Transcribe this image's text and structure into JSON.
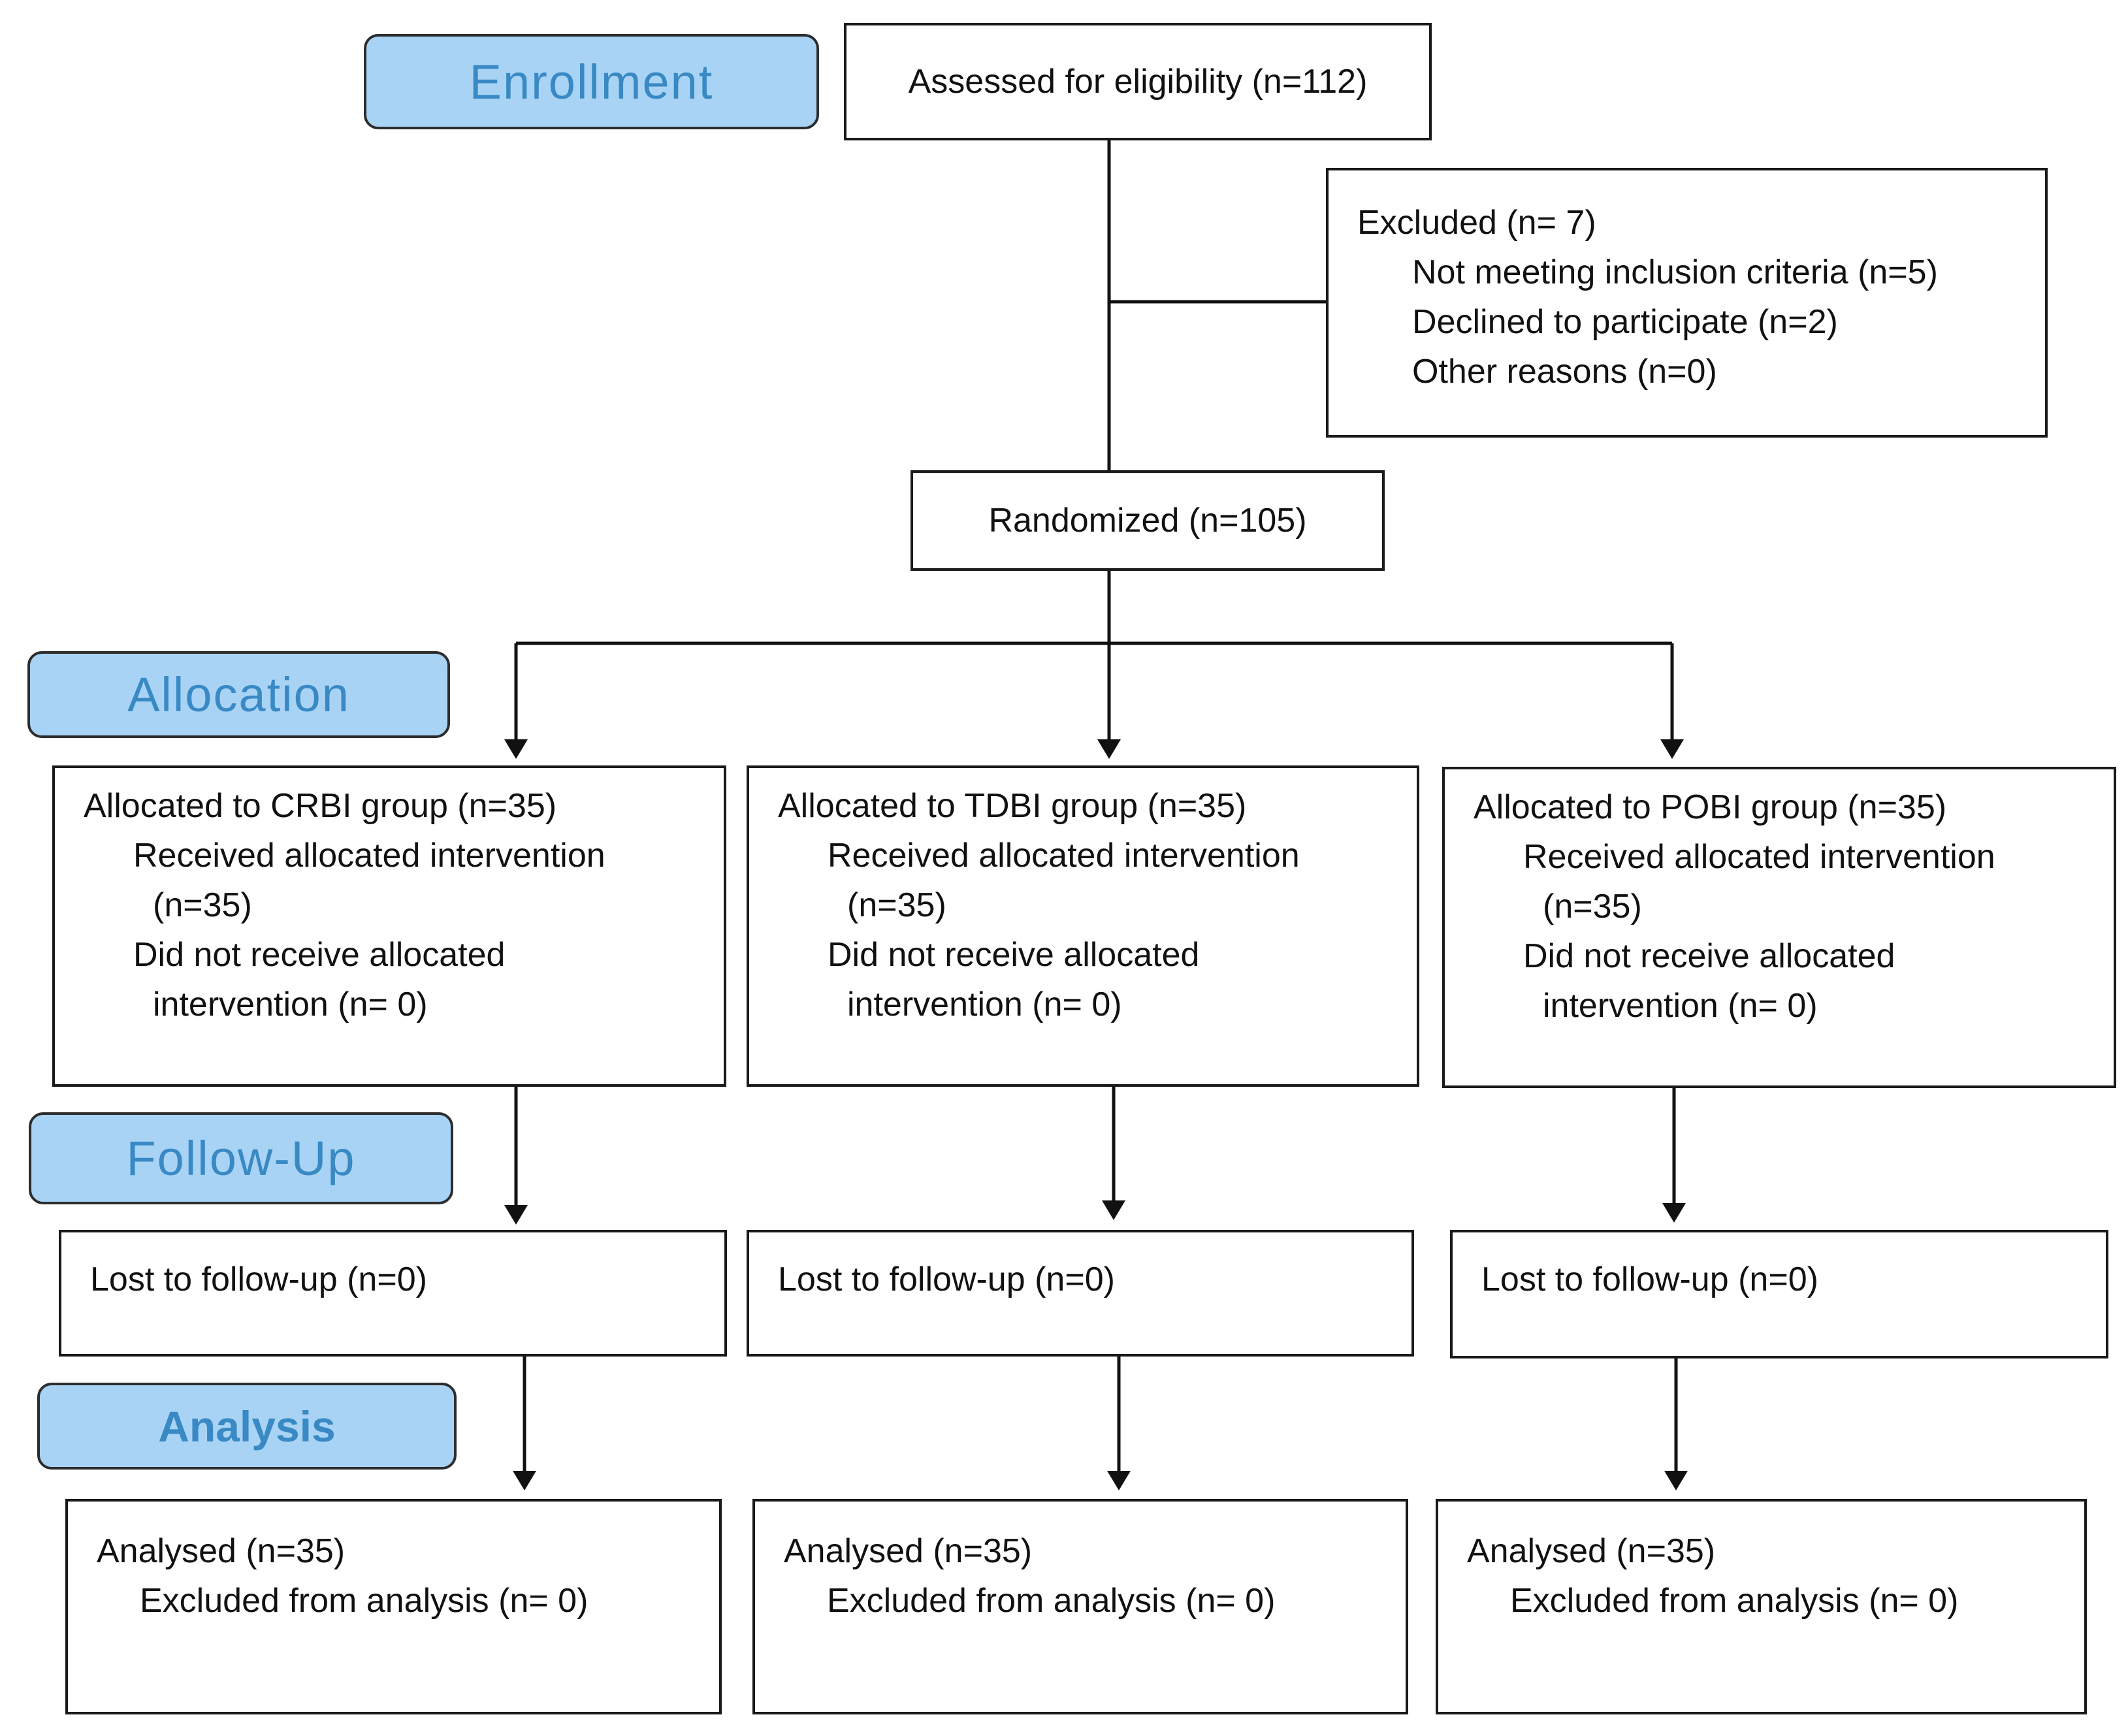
{
  "colors": {
    "stage_fill": "#a9d3f5",
    "stage_text": "#3889c4",
    "line": "#111111"
  },
  "stages": {
    "enrollment": "Enrollment",
    "allocation": "Allocation",
    "follow_up": "Follow-Up",
    "analysis": "Analysis"
  },
  "assessed": "Assessed for eligibility (n=112)",
  "excluded": {
    "title": "Excluded (n= 7)",
    "items": [
      "Not meeting inclusion criteria (n=5)",
      "Declined to participate (n=2)",
      "Other reasons (n=0)"
    ]
  },
  "randomized": "Randomized (n=105)",
  "groups": [
    {
      "allocated": "Allocated to CRBI group (n=35)",
      "received": "Received allocated intervention",
      "received_n": "(n=35)",
      "not_received": "Did not receive allocated",
      "not_received_n": "intervention  (n= 0)",
      "lost": "Lost to follow-up (n=0)",
      "analysed": "Analysed  (n=35)",
      "excluded_analysis": "Excluded from analysis (n= 0)"
    },
    {
      "allocated": "Allocated to TDBI group (n=35)",
      "received": "Received allocated intervention",
      "received_n": "(n=35)",
      "not_received": "Did not receive allocated",
      "not_received_n": "intervention  (n= 0)",
      "lost": "Lost to follow-up (n=0)",
      "analysed": "Analysed  (n=35)",
      "excluded_analysis": "Excluded from analysis (n= 0)"
    },
    {
      "allocated": "Allocated to POBI group (n=35)",
      "received": "Received allocated intervention",
      "received_n": "(n=35)",
      "not_received": "Did not receive allocated",
      "not_received_n": "intervention  (n= 0)",
      "lost": "Lost to follow-up (n=0)",
      "analysed": "Analysed  (n=35)",
      "excluded_analysis": "Excluded from analysis (n= 0)"
    }
  ]
}
